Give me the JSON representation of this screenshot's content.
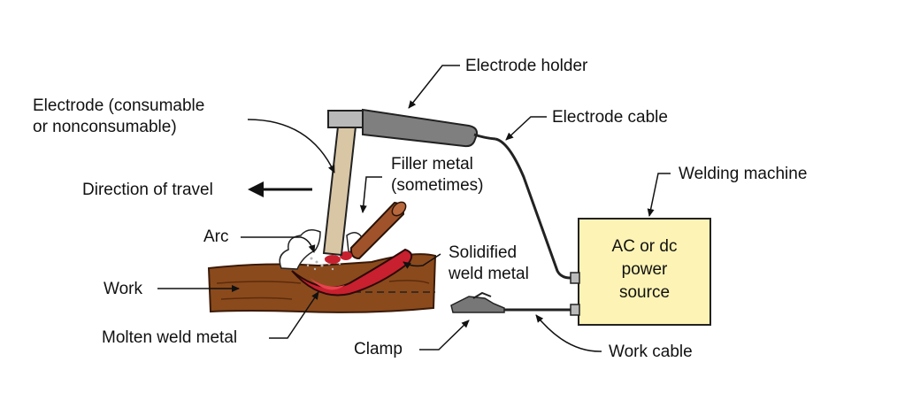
{
  "labels": {
    "electrode_holder": "Electrode holder",
    "electrode_line1": "Electrode (consumable",
    "electrode_line2": "or nonconsumable)",
    "electrode_cable": "Electrode cable",
    "filler_line1": "Filler metal",
    "filler_line2": "(sometimes)",
    "direction_of_travel": "Direction of travel",
    "welding_machine": "Welding machine",
    "arc": "Arc",
    "solidified_line1": "Solidified",
    "solidified_line2": "weld metal",
    "work": "Work",
    "molten_weld_metal": "Molten weld metal",
    "clamp": "Clamp",
    "work_cable": "Work cable"
  },
  "power_source": {
    "line1": "AC or dc",
    "line2": "power",
    "line3": "source"
  },
  "colors": {
    "workpiece": "#8B4A1C",
    "weld_bead": "#C8202E",
    "electrode": "#D9C6A5",
    "holder": "#7F7F7F",
    "filler": "#A0532A",
    "power_box": "#FDF3B5",
    "ink": "#111111"
  }
}
